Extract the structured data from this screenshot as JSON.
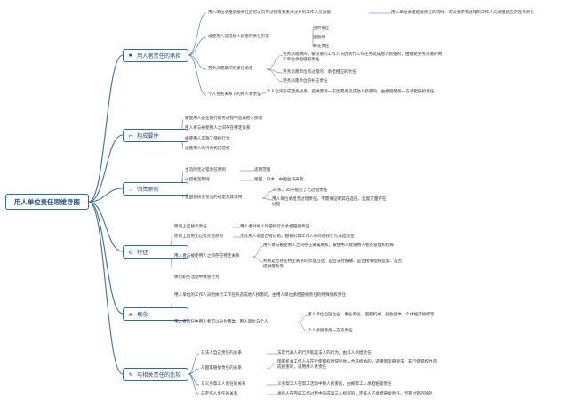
{
  "title": "用人单位责任思维导图",
  "branches": [
    {
      "label": "用人者责任的承担",
      "icon": "flag-icon",
      "color": "#2b6cb0"
    },
    {
      "label": "构成要件",
      "icon": "scissors-icon",
      "color": "#3182ce"
    },
    {
      "label": "归责原则",
      "icon": "flame-icon",
      "color": "#3182ce"
    },
    {
      "label": "特征",
      "icon": "gear-icon",
      "color": "#2b6cb0"
    },
    {
      "label": "概念",
      "icon": "star-icon",
      "color": "#c0392b"
    },
    {
      "label": "与相关责任的比较",
      "icon": "thumbs-up-icon",
      "color": "#2b6cb0"
    }
  ],
  "n": {
    "b1_1": "用人单位承担赔偿责任后可以向有过错或者重大过失的工作人员追偿",
    "b1_1a": "用人单位承担赔偿责任的同时，可以要求有过错的工作人员承担相应的连带责任",
    "b1_2": "被使用人造成他人损害的责任形态",
    "b1_2a": "连带责任",
    "b1_2b": "追偿权",
    "b1_2c": "补充责任",
    "b1_3": "劳务派遣期间的责任承担",
    "b1_3a": "劳务派遣期间，被派遣的工作人员因执行工作任务造成他人损害的，由接受劳务派遣的用工单位承担侵权责任",
    "b1_3b": "劳务派遣单位有过错的，承担相应的责任",
    "b1_3c": "劳务派遣单位的补充责任",
    "b1_4": "个人劳务关系下的用人者责任",
    "b1_4a": "个人之间形成劳务关系，提供劳务一方因劳务造成他人损害的，由接受劳务一方承担侵权责任",
    "b2_1": "被使用人是在执行职务过程中造成他人损害",
    "b2_2": "用人者与被使用人之间存在特定关系",
    "b2_3": "被使用人实施了侵权行为",
    "b2_4": "被使用人的行为构成侵权",
    "b3_1": "主流的无过错责任原则",
    "b3_1a": "适用范围",
    "b3_2": "过错推定原则",
    "b3_2a": "德国、日本、中国台湾采用",
    "b3_3": "我国侵权责任法的规定及其适用",
    "b3_3a": "34条，35条规定了无过错责任",
    "b3_3b": "用人单位承担无过错责任，不需要证明其在选任、监督方面存在过错",
    "b4_1": "原则上是替代责任",
    "b4_1a": "用人者对他人的侵权行为承担赔偿责任",
    "b4_2": "原则上适用无过错责任原则",
    "b4_2a": "无论用人者是否有过错，都要对其工作人员的侵权行为承担责任",
    "b4_3": "用人者与被使用人之间存在特定关系",
    "b4_3a": "用人者与被使用人之间存在隶属关系，被使用人接受用人者的管理和指挥",
    "b4_3b": "判断是否存在特定关系的标准包括：是否支付报酬、是否接受指挥监督、是否提供劳务等",
    "b4_4": "执行职务活动中致害行为",
    "b5_1": "用人单位的工作人员因执行工作任务造成他人损害的，由用人单位承担侵权责任的特殊侵权责任",
    "b5_2": "用人者责任中用人者可以分为两类：用人单位与个人",
    "b5_2a": "用人单位包括企业、事业单位、国家机关、社会团体、个体经济组织等",
    "b5_2b": "个人接受劳务一方的责任",
    "b6_1": "与法人自己责任的关系",
    "b6_1a": "法定代表人的行为就是法人的行为，由法人承担责任",
    "b6_2": "与国家赔偿责任的关系",
    "b6_2a": "国家机关工作人员在行使职权时侵犯他人合法权益的，适用国家赔偿法；非行使职权时造成损害的，适用用人者责任",
    "b6_3": "与义务帮工人责任的关系",
    "b6_3a": "义务帮工人在帮工活动中致人损害的，由被帮工人承担赔偿责任",
    "b6_4": "与定作人责任的关系",
    "b6_4a": "承揽人在完成工作过程中造成第三人损害的，定作人不承担赔偿责任，但有过错的除外"
  }
}
